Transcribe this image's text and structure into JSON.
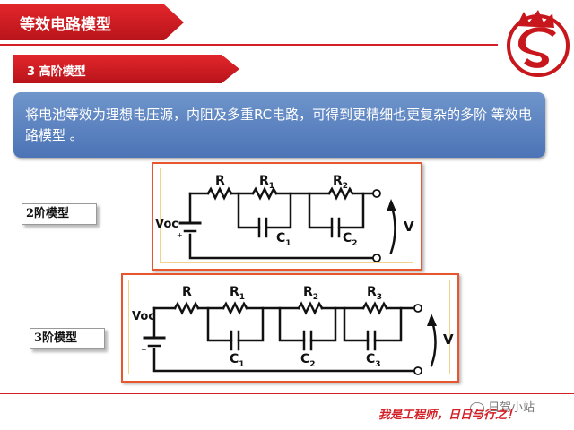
{
  "header": {
    "title": "等效电路模型",
    "section": "3 高阶模型"
  },
  "info": {
    "text": "将电池等效为理想电压源，内阻及多重RC电路，可得到更精细也更复杂的多阶 等效电路模型 。"
  },
  "circuit2": {
    "label": "2阶模型",
    "source": "Voc",
    "resistors": [
      "R",
      "R",
      "R"
    ],
    "resistor_subs": [
      "",
      "1",
      "2"
    ],
    "capacitors": [
      "C",
      "C"
    ],
    "capacitor_subs": [
      "1",
      "2"
    ],
    "voltage": "V"
  },
  "circuit3": {
    "label": "3阶模型",
    "source": "Voc",
    "resistors": [
      "R",
      "R",
      "R",
      "R"
    ],
    "resistor_subs": [
      "",
      "1",
      "2",
      "3"
    ],
    "capacitors": [
      "C",
      "C",
      "C"
    ],
    "capacitor_subs": [
      "1",
      "2",
      "3"
    ],
    "voltage": "V"
  },
  "footer": {
    "wechat": "日驾小站",
    "slogan": "我是工程师，日日与行之！"
  },
  "colors": {
    "brand_red": "#d31f26",
    "info_blue": "#5a80bf",
    "frame_orange": "#e8562f"
  }
}
